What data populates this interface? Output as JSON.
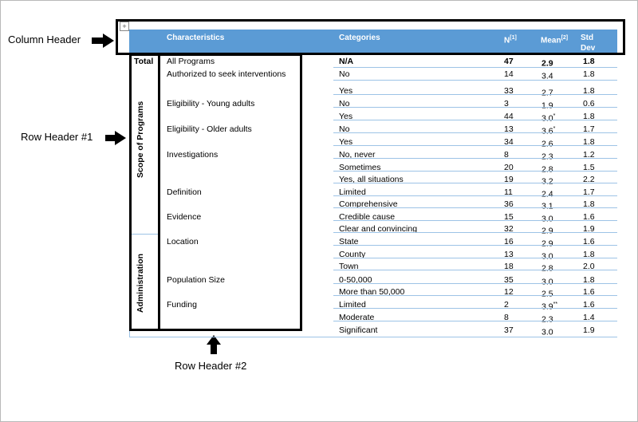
{
  "annotations": {
    "column_header": "Column Header",
    "row_header_1": "Row Header #1",
    "row_header_2": "Row Header #2"
  },
  "move_handle_icon": "move-cross-icon",
  "table": {
    "headers": {
      "characteristics": "Characteristics",
      "categories": "Categories",
      "n": "N",
      "n_sup": "[1]",
      "mean": "Mean",
      "mean_sup": "[2]",
      "std": "Std",
      "dev": "Dev"
    },
    "groups": {
      "total": "Total",
      "scope": "Scope of Programs",
      "admin": "Administration"
    },
    "characteristics": {
      "all_programs": "All Programs",
      "authorized": "Authorized to seek interventions",
      "elig_young": "Eligibility - Young adults",
      "elig_older": "Eligibility - Older adults",
      "investigations": "Investigations",
      "definition": "Definition",
      "evidence": "Evidence",
      "location": "Location",
      "population": "Population Size",
      "funding": "Funding"
    },
    "rows": [
      {
        "cat": "N/A",
        "n": "47",
        "mean": "2.9",
        "sup": "",
        "sd": "1.8"
      },
      {
        "cat": "No",
        "n": "14",
        "mean": "3.4",
        "sup": "",
        "sd": "1.8"
      },
      {
        "cat": "Yes",
        "n": "33",
        "mean": "2.7",
        "sup": "",
        "sd": "1.8"
      },
      {
        "cat": "No",
        "n": "3",
        "mean": "1.9",
        "sup": "",
        "sd": "0.6"
      },
      {
        "cat": "Yes",
        "n": "44",
        "mean": "3.0",
        "sup": "*",
        "sd": "1.8"
      },
      {
        "cat": "No",
        "n": "13",
        "mean": "3.6",
        "sup": "*",
        "sd": "1.7"
      },
      {
        "cat": "Yes",
        "n": "34",
        "mean": "2.6",
        "sup": "",
        "sd": "1.8"
      },
      {
        "cat": "No, never",
        "n": "8",
        "mean": "2.3",
        "sup": "",
        "sd": "1.2"
      },
      {
        "cat": "Sometimes",
        "n": "20",
        "mean": "2.8",
        "sup": "",
        "sd": "1.5"
      },
      {
        "cat": "Yes, all situations",
        "n": "19",
        "mean": "3.2",
        "sup": "",
        "sd": "2.2"
      },
      {
        "cat": "Limited",
        "n": "11",
        "mean": "2.4",
        "sup": "",
        "sd": "1.7"
      },
      {
        "cat": "Comprehensive",
        "n": "36",
        "mean": "3.1",
        "sup": "",
        "sd": "1.8"
      },
      {
        "cat": "Credible cause",
        "n": "15",
        "mean": "3.0",
        "sup": "",
        "sd": "1.6"
      },
      {
        "cat": "Clear and convincing",
        "n": "32",
        "mean": "2.9",
        "sup": "",
        "sd": "1.9"
      },
      {
        "cat": "State",
        "n": "16",
        "mean": "2.9",
        "sup": "",
        "sd": "1.6"
      },
      {
        "cat": "County",
        "n": "13",
        "mean": "3.0",
        "sup": "",
        "sd": "1.8"
      },
      {
        "cat": "Town",
        "n": "18",
        "mean": "2.8",
        "sup": "",
        "sd": "2.0"
      },
      {
        "cat": "0-50,000",
        "n": "35",
        "mean": "3.0",
        "sup": "",
        "sd": "1.8"
      },
      {
        "cat": "More than 50,000",
        "n": "12",
        "mean": "2.5",
        "sup": "",
        "sd": "1.6"
      },
      {
        "cat": "Limited",
        "n": "2",
        "mean": "3.9",
        "sup": "**",
        "sd": "1.6"
      },
      {
        "cat": "Moderate",
        "n": "8",
        "mean": "2.3",
        "sup": "",
        "sd": "1.4"
      },
      {
        "cat": "Significant",
        "n": "37",
        "mean": "3.0",
        "sup": "",
        "sd": "1.9"
      }
    ]
  },
  "colors": {
    "header_bg": "#5b9bd5",
    "grid_line": "#9dc3e6"
  }
}
